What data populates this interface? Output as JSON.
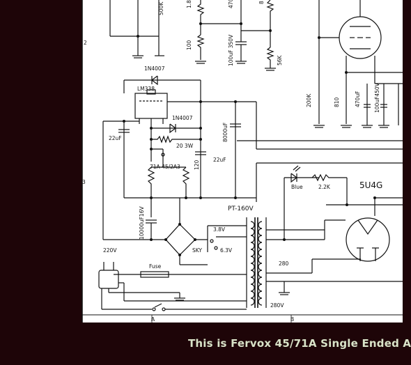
{
  "caption": "This is Fervox 45/71A Single Ended A",
  "border_marks": {
    "row_2": "2",
    "row_3": "3",
    "col_a": "A",
    "col_b": "B"
  },
  "components": {
    "r_500k": "500K",
    "r_18": "1.8",
    "c_470": "470",
    "r_100": "100",
    "c_100uf_350v": "100uF 350V",
    "r_56k": "56K",
    "r_8": "8",
    "diode_1n4007_top": "1N4007",
    "reg_lm338": "LM338",
    "diode_1n4007_mid": "1N4007",
    "r_20_3w": "20 3W",
    "cap_22uf_left": "22uF",
    "tube_select": "71A  45/2A3",
    "r_120": "120",
    "cap_22uf_right": "22uF",
    "cap_8000uf": "8000uF",
    "cap_10000uf": "10000uF16V",
    "r_200k": "200K",
    "r_810": "810",
    "cap_470uf": "470uF",
    "cap_100uf_450v": "100uF450V",
    "led_blue": "Blue",
    "r_2_2k": "2.2K",
    "rectifier_tube": "5U4G",
    "transformer": "PT-160V",
    "tap_3_8v": "3.8V",
    "tap_6_3v": "6.3V",
    "switch_sky": "SKY",
    "mains_220v": "220V",
    "fuse": "Fuse",
    "hv_280": "280",
    "hv_280v": "280V"
  }
}
